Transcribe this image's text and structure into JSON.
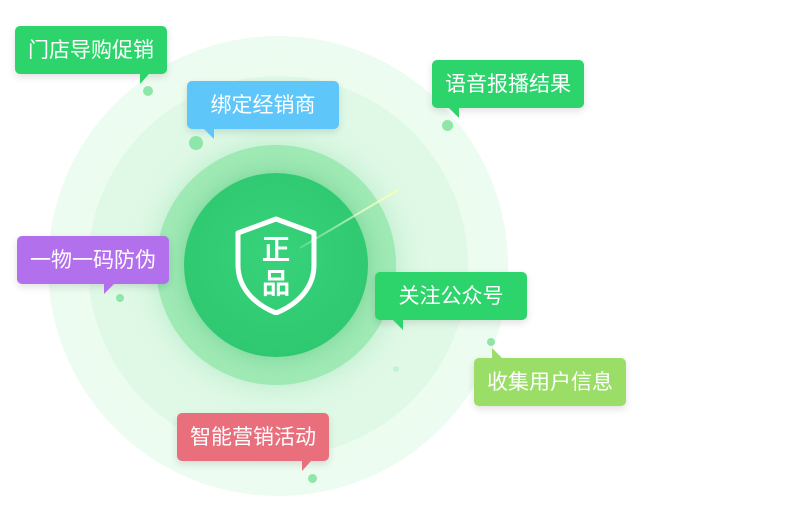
{
  "center_badge": {
    "line1": "正",
    "line2": "品"
  },
  "features": [
    {
      "label": "门店导购促销",
      "color": "#2dd46c"
    },
    {
      "label": "绑定经销商",
      "color": "#5ec6f9"
    },
    {
      "label": "语音报播结果",
      "color": "#2dd46c"
    },
    {
      "label": "一物一码防伪",
      "color": "#b370ed"
    },
    {
      "label": "关注公众号",
      "color": "#2dd46c"
    },
    {
      "label": "收集用户信息",
      "color": "#9ade68"
    },
    {
      "label": "智能营销活动",
      "color": "#ea6f7d"
    }
  ],
  "colors": {
    "core": "#2cc56e",
    "glow": "#9fe9b5",
    "halo": "#e6fbe9"
  }
}
